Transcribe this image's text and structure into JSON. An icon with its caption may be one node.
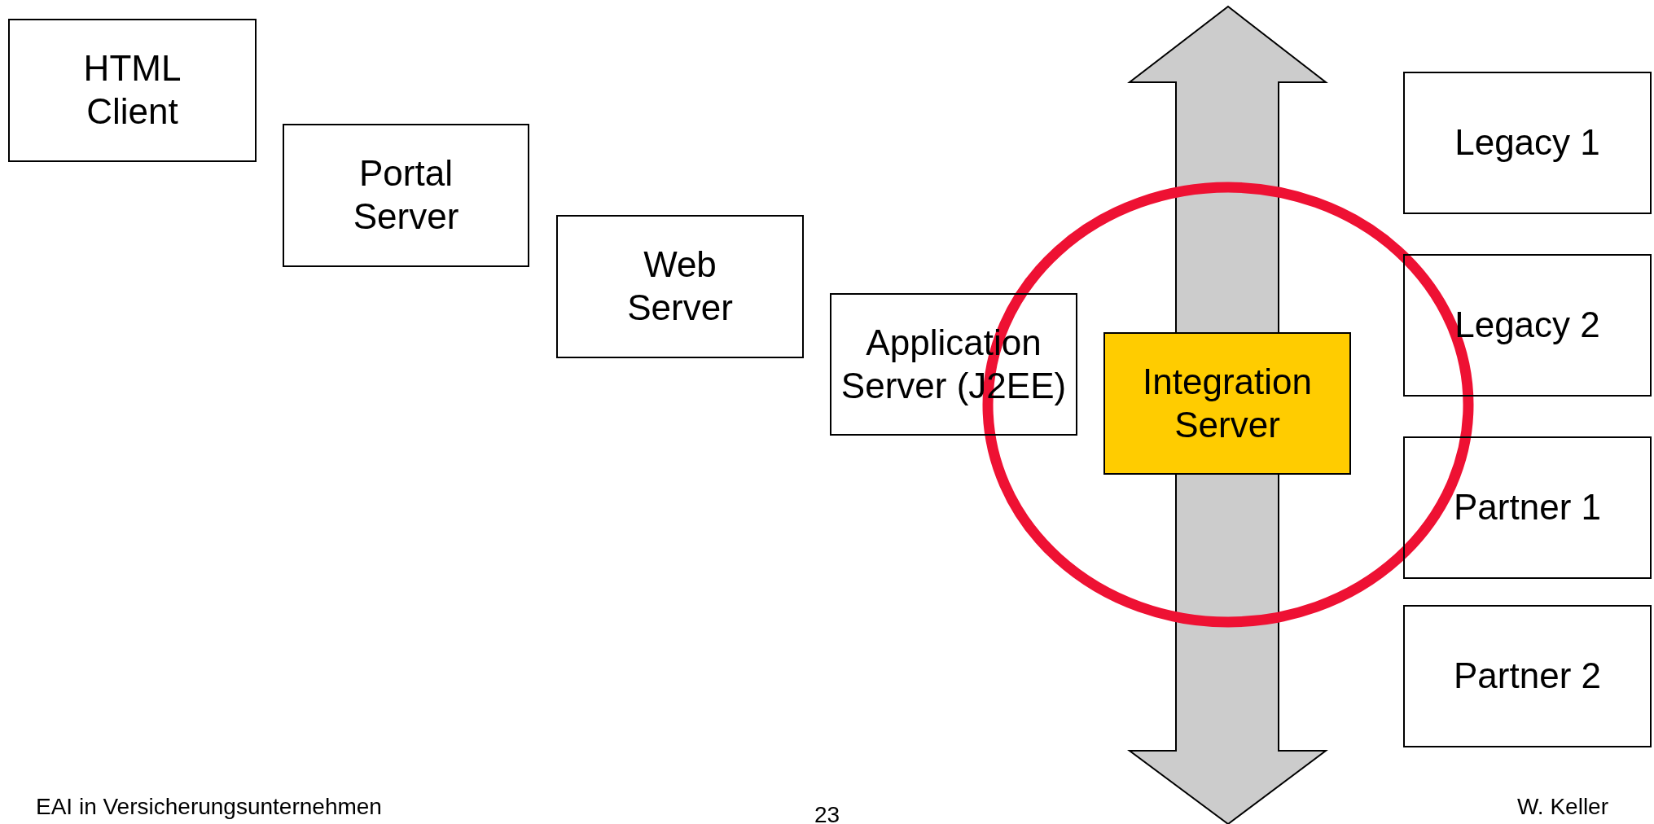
{
  "diagram": {
    "nodes": [
      {
        "text": [
          "HTML Client"
        ]
      },
      {
        "text": [
          "Portal Server"
        ]
      },
      {
        "text": [
          "Web Server"
        ]
      },
      {
        "text": [
          "Application Server (J2EE)"
        ]
      },
      {
        "text": [
          "Integration Server"
        ]
      },
      {
        "text": [
          "Legacy 1"
        ]
      },
      {
        "text": [
          "Legacy 2"
        ]
      },
      {
        "text": [
          "Partner 1"
        ]
      },
      {
        "text": [
          "Partner 2"
        ]
      }
    ],
    "labels": [
      "EAI in Versicherungsunternehmen",
      "23",
      "W. Keller"
    ]
  }
}
